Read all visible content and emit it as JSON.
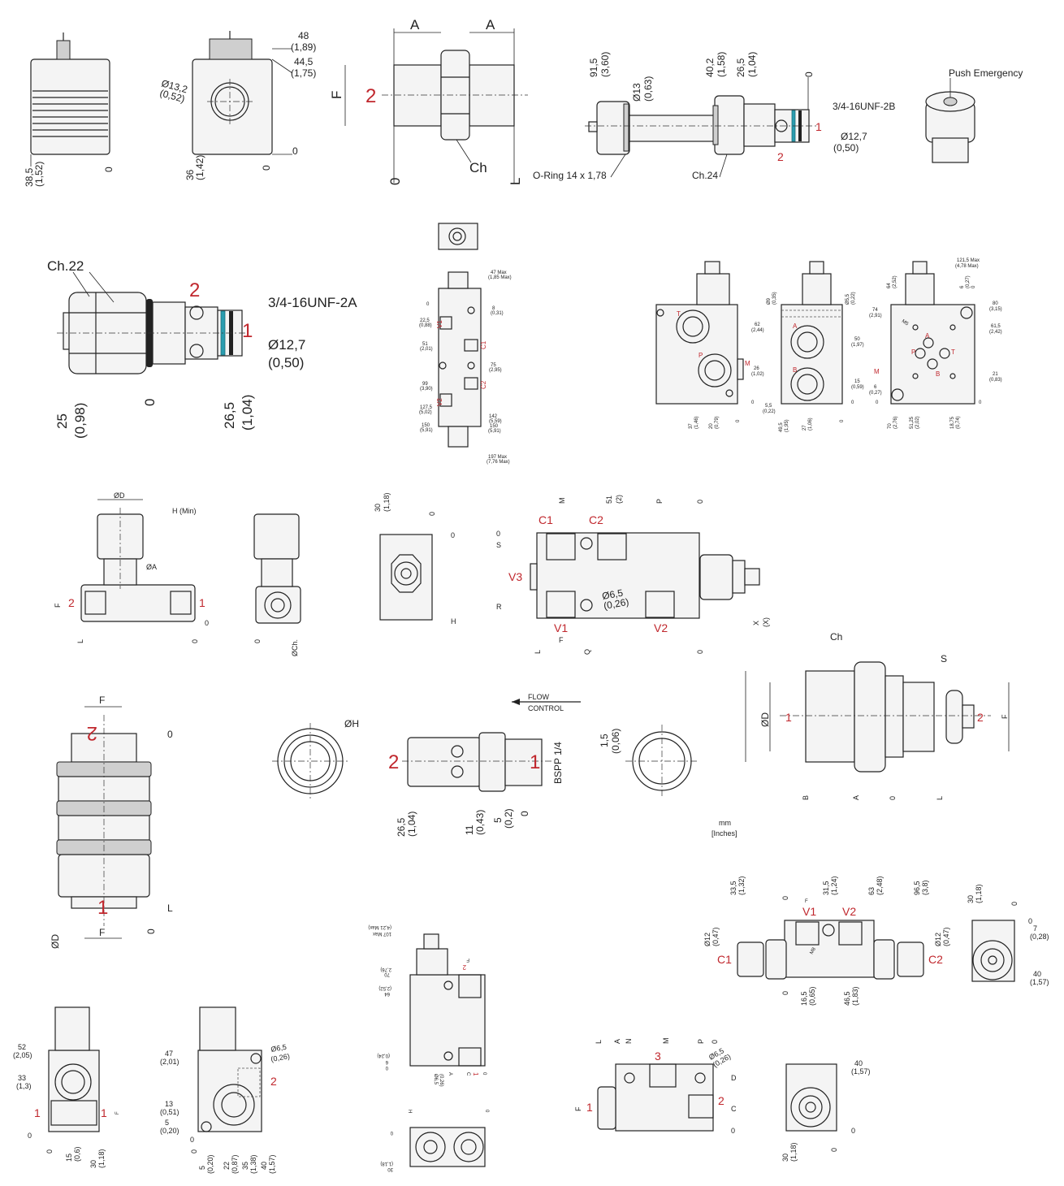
{
  "colors": {
    "port_label": "#c0272d",
    "seal_ring": "#2a9db0",
    "line": "#222222"
  },
  "units": {
    "primary": "mm",
    "secondary": "[Inches]"
  },
  "coil": {
    "h": "38,5",
    "h_in": "(1,52)",
    "zero": "0"
  },
  "coil_front": {
    "h1": "48",
    "h1_in": "(1,89)",
    "h2": "44,5",
    "h2_in": "(1,75)",
    "dia": "Ø13,2",
    "dia_in": "(0,52)",
    "zero1": "0",
    "w": "36",
    "w_in": "(1,42)",
    "zero2": "0"
  },
  "fitting": {
    "a1": "A",
    "a2": "A",
    "f": "F",
    "port": "2",
    "ch": "Ch",
    "zero": "0",
    "l": "L"
  },
  "cartridge_b": {
    "len": "91,5",
    "len_in": "(3,60)",
    "dia": "Ø13",
    "dia_in": "(0,63)",
    "d1": "40,2",
    "d1_in": "(1,58)",
    "d2": "26,5",
    "d2_in": "(1,04)",
    "zero": "0",
    "thread": "3/4-16UNF-2B",
    "port1": "1",
    "port2": "2",
    "tip": "Ø12,7",
    "tip_in": "(0,50)",
    "oring": "O-Ring 14 x 1,78",
    "ch": "Ch.24"
  },
  "push_emergency": {
    "label": "Push Emergency"
  },
  "cartridge_a": {
    "ch": "Ch.22",
    "port2": "2",
    "thread": "3/4-16UNF-2A",
    "port1": "1",
    "tip": "Ø12,7",
    "tip_in": "(0,50)",
    "d1": "25",
    "d1_in": "(0,98)",
    "zero": "0",
    "d2": "26,5",
    "d2_in": "(1,04)"
  },
  "tall_block": {
    "max1": "47 Max",
    "max1_in": "(1,85 Max)",
    "d8": "8",
    "d8_in": "(0,31)",
    "d22": "22,5",
    "d22_in": "(0,88)",
    "v1": "V1",
    "d51": "51",
    "d51_in": "(2,01)",
    "c1": "C1",
    "d75": "75",
    "d75_in": "(2,95)",
    "d99": "99",
    "d99_in": "(3,90)",
    "c2": "C2",
    "d127": "127,5",
    "d127_in": "(5,02)",
    "v2": "V2",
    "d150a": "150",
    "d150a_in": "(5,91)",
    "d142": "142",
    "d142_in": "(5,59)",
    "d150b": "150",
    "d150b_in": "(5,91)",
    "max2": "197 Max",
    "max2_in": "(7,76 Max)",
    "zero": "0"
  },
  "block_t": {
    "t": "T",
    "p": "P",
    "m": "M",
    "d62": "62",
    "d62_in": "(2,44)",
    "d26": "26",
    "d26_in": "(1,02)",
    "d37": "37",
    "d37_in": "(1,46)",
    "d20": "20",
    "d20_in": "(0,79)",
    "zero1": "0",
    "zero2": "0"
  },
  "block_ab": {
    "a": "A",
    "b": "B",
    "d9": "Ø9",
    "d9_in": "(0,35)",
    "d55": "Ø5,5",
    "d55_in": "(0,22)",
    "d50": "50",
    "d50_in": "(1,97)",
    "d15": "15",
    "d15_in": "(0,59)",
    "d55b": "5,5",
    "d55b_in": "(0,22)",
    "d49": "49,5",
    "d49_in": "(1,95)",
    "d27": "27",
    "d27_in": "(1,06)",
    "zero1": "0",
    "zero2": "0"
  },
  "block_ports": {
    "max": "121,5 Max",
    "max_in": "(4,78 Max)",
    "d64": "64",
    "d64_in": "(2,52)",
    "d6a": "6",
    "d6a_in": "(0,27)",
    "d80": "80",
    "d80_in": "(3,15)",
    "d74": "74",
    "d74_in": "(2,91)",
    "m5": "M5",
    "d615": "61,5",
    "d615_in": "(2,42)",
    "a": "A",
    "p": "P",
    "t": "T",
    "b": "B",
    "m": "M",
    "d21": "21",
    "d21_in": "(0,83)",
    "d6b": "6",
    "d6b_in": "(0,27)",
    "d70": "70",
    "d70_in": "(2,76)",
    "d5125": "51,25",
    "d5125_in": "(2,02)",
    "d1875": "18,75",
    "d1875_in": "(0,74)",
    "zero1": "0",
    "zero2": "0",
    "zero3": "0"
  },
  "flow_valve": {
    "d": "ØD",
    "h": "H (Min)",
    "a": "ØA",
    "f": "F",
    "port2": "2",
    "port1": "1",
    "zero1": "0",
    "l": "L",
    "zero2": "0",
    "zero3": "0",
    "ch": "ØCh."
  },
  "square_block": {
    "d30": "30",
    "d30_in": "(1,18)",
    "zero1": "0",
    "zero2": "0",
    "h": "H"
  },
  "valve_block": {
    "m": "M",
    "d51": "51",
    "d51_in": "(2)",
    "p": "P",
    "zero1": "0",
    "c1": "C1",
    "c2": "C2",
    "zero2": "0",
    "s": "S",
    "v3": "V3",
    "r": "R",
    "hole": "Ø6,5",
    "hole_in": "(0,26)",
    "v1": "V1",
    "v2": "V2",
    "f": "F",
    "l": "L",
    "q": "Q",
    "zero3": "0",
    "x": "X",
    "x_in": "(X)"
  },
  "knurled": {
    "f1": "F",
    "port2": "2",
    "zero1": "0",
    "port1": "1",
    "f2": "F",
    "l": "L",
    "zero2": "0",
    "d": "ØD"
  },
  "end_view": {
    "h": "ØH"
  },
  "flow_control": {
    "flow": "FLOW",
    "control": "CONTROL",
    "port2": "2",
    "port1": "1",
    "bspp": "BSPP 1/4",
    "d26": "26,5",
    "d26_in": "(1,04)",
    "d11": "11",
    "d11_in": "(0,43)",
    "d5": "5",
    "d5_in": "(0,2)",
    "zero": "0"
  },
  "end_view2": {
    "d15": "1,5",
    "d15_in": "(0,06)"
  },
  "big_fitting": {
    "ch": "Ch",
    "s": "S",
    "d": "ØD",
    "port1": "1",
    "port2": "2",
    "f": "F",
    "b": "B",
    "a": "A",
    "zero": "0",
    "l": "L"
  },
  "inline_block": {
    "d335": "33,5",
    "d335_in": "(1,32)",
    "zero1": "0",
    "f": "F",
    "d315": "31,5",
    "d315_in": "(1,24)",
    "d63": "63",
    "d63_in": "(2,48)",
    "d965": "96,5",
    "d965_in": "(3,8)",
    "v1": "V1",
    "v2": "V2",
    "dia1": "Ø12",
    "dia1_in": "(0,47)",
    "dia2": "Ø12",
    "dia2_in": "(0,47)",
    "c1": "C1",
    "c2": "C2",
    "m8": "M8",
    "zero2": "0",
    "d165": "16,5",
    "d165_in": "(0,65)",
    "d465": "46,5",
    "d465_in": "(1,83)"
  },
  "inline_side": {
    "d30": "30",
    "d30_in": "(1,18)",
    "zero1": "0",
    "zero2": "0",
    "d7": "7",
    "d7_in": "(0,28)",
    "d40": "40",
    "d40_in": "(1,57)"
  },
  "small_block": {
    "d52": "52",
    "d52_in": "(2,05)",
    "d33": "33",
    "d33_in": "(1,3)",
    "port1a": "1",
    "port1b": "1",
    "f": "F",
    "zero1": "0",
    "zero2": "0",
    "d15": "15",
    "d15_in": "(0,6)",
    "d30": "30",
    "d30_in": "(1,18)"
  },
  "small_block2": {
    "d47": "47",
    "d47_in": "(2,01)",
    "hole": "Ø6,5",
    "hole_in": "(0,26)",
    "port2": "2",
    "d13": "13",
    "d13_in": "(0,51)",
    "d5": "5",
    "d5_in": "(0,20)",
    "zero": "0",
    "c0": "0",
    "c5": "5",
    "c5_in": "(0,20)",
    "c22": "22",
    "c22_in": "(0,87)",
    "c35": "35",
    "c35_in": "(1,38)",
    "c40": "40",
    "c40_in": "(1,57)"
  },
  "inverted_block": {
    "max": "107 Max",
    "max_in": "(4,21 Max)",
    "d70": "70",
    "d70_in": "2,76)",
    "d64": "64",
    "d64_in": "(2,52)",
    "d6": "6",
    "d6_in": "(0,24)",
    "zero": "0",
    "hole": "Ø6,5",
    "hole_in": "(0,26)",
    "a": "A",
    "c": "C",
    "port1": "1",
    "port2": "2",
    "f": "F",
    "zero2": "0",
    "h": "H",
    "zero3": "0",
    "zero4": "0",
    "d30": "30",
    "d30_in": "(1,18)"
  },
  "manifold": {
    "l": "L",
    "a": "A",
    "n": "N",
    "m": "M",
    "p": "P",
    "zero1": "0",
    "port3": "3",
    "hole": "Ø6,5",
    "hole_in": "(0,26)",
    "d": "D",
    "port2": "2",
    "c": "C",
    "f": "F",
    "port1": "1",
    "zero2": "0"
  },
  "manifold_side": {
    "d40": "40",
    "d40_in": "(1,57)",
    "zero1": "0",
    "d30": "30",
    "d30_in": "(1,18)",
    "zero2": "0"
  }
}
